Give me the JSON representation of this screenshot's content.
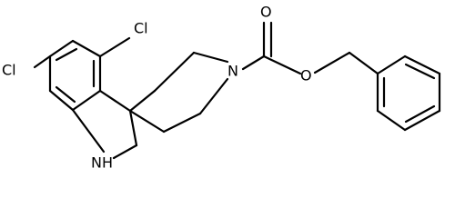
{
  "molecule": {
    "atom_labels": {
      "cl_top": "Cl",
      "cl_left": "Cl",
      "nh": "NH",
      "n_piperidine": "N",
      "o_carbonyl": "O",
      "o_ester": "O"
    }
  },
  "colors": {
    "bond": "#000000",
    "label": "#000000",
    "background": "#ffffff"
  }
}
